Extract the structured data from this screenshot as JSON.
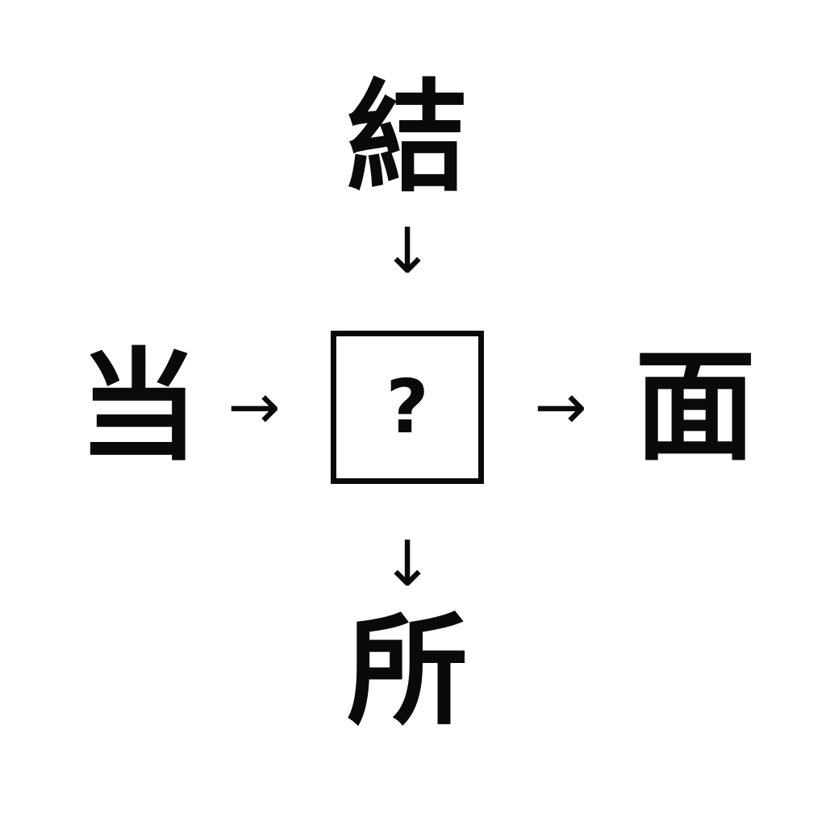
{
  "puzzle": {
    "description_type": "kanji-cross-puzzle",
    "top_kanji": "結",
    "left_kanji": "当",
    "right_kanji": "面",
    "bottom_kanji": "所",
    "center_placeholder": "?",
    "colors": {
      "ink": "#0a0a0a",
      "background": "#ffffff"
    },
    "icons": {
      "arrow_down_glyph": "↓",
      "arrow_right_glyph": "→"
    }
  }
}
